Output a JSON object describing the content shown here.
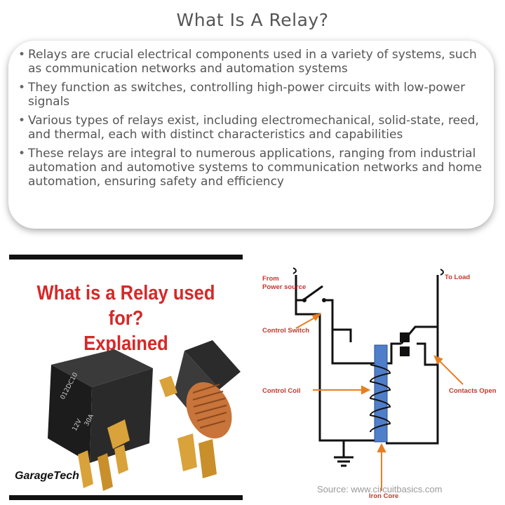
{
  "page": {
    "title": "What Is A Relay?"
  },
  "summary": {
    "bullets": [
      "Relays are crucial electrical components used in a variety of systems, such as communication networks and automation systems",
      "They function as switches, controlling high-power circuits with low-power signals",
      "Various types of relays exist, including electromechanical, solid-state, reed, and thermal, each with distinct characteristics and capabilities",
      "These relays are integral to numerous applications, ranging from industrial automation and automotive systems to communication networks and home automation, ensuring safety and efficiency"
    ]
  },
  "photo": {
    "headline_line1": "What is a Relay used for?",
    "headline_line2": "Explained",
    "brand": "GarageTech",
    "relay_markings": [
      "012DC10",
      "12V",
      "30A"
    ]
  },
  "diagram": {
    "labels": {
      "from_power": [
        "From",
        "Power source"
      ],
      "to_load": "To Load",
      "control_switch": "Control Switch",
      "control_coil": "Control Coil",
      "contacts_open": "Contacts Open",
      "iron_core": "Iron Core"
    },
    "source": "Source: www.circuitbasics.com"
  },
  "colors": {
    "title": "#555555",
    "headline": "#d62828",
    "label": "#c0392b",
    "arrow": "#e67e22",
    "core": "#4f7ecb"
  }
}
